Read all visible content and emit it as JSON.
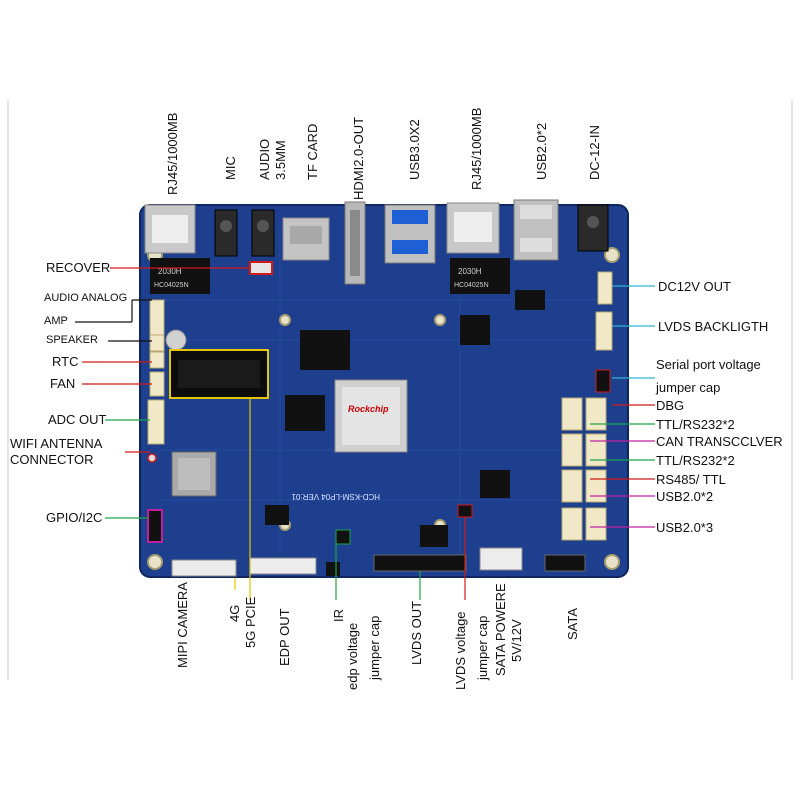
{
  "colors": {
    "pcb": "#1d3f8e",
    "pcb_dark": "#122b66",
    "leader_red": "#d11a1a",
    "leader_green": "#1fa34a",
    "leader_cyan": "#2fb3d8",
    "leader_yellow": "#e3c500",
    "leader_magenta": "#c020a0",
    "leader_black": "#111111"
  },
  "chip": {
    "brand": "Rockchip",
    "board_marking": "HCD-KSM-LP04 VER:01",
    "module_a": "2030H",
    "module_b": "HC04025N"
  },
  "labels": {
    "top": [
      "RJ45/1000MB",
      "MIC",
      "AUDIO",
      "3.5MM",
      "TF CARD",
      "HDMI2.0-OUT",
      "USB3.0X2",
      "RJ45/1000MB",
      "USB2.0*2",
      "DC-12-IN"
    ],
    "left": [
      "RECOVER",
      "AUDIO ANALOG",
      "AMP",
      "SPEAKER",
      "RTC",
      "FAN",
      "ADC OUT",
      "WIFI ANTENNA",
      "CONNECTOR",
      "GPIO/I2C"
    ],
    "right": [
      "DC12V OUT",
      "LVDS BACKLIGTH",
      "Serial port voltage",
      "jumper cap",
      "DBG",
      "TTL/RS232*2",
      "CAN  TRANSCCLVER",
      "TTL/RS232*2",
      "RS485/ TTL",
      "USB2.0*2",
      "USB2.0*3"
    ],
    "bottom": [
      "MIPI CAMERA",
      "4G",
      "5G PCIE",
      "EDP OUT",
      "IR",
      "edp voltage",
      "jumper cap",
      "LVDS OUT",
      "LVDS voltage",
      "jumper cap",
      "SATA POWERE",
      "5V/12V",
      "SATA"
    ]
  }
}
